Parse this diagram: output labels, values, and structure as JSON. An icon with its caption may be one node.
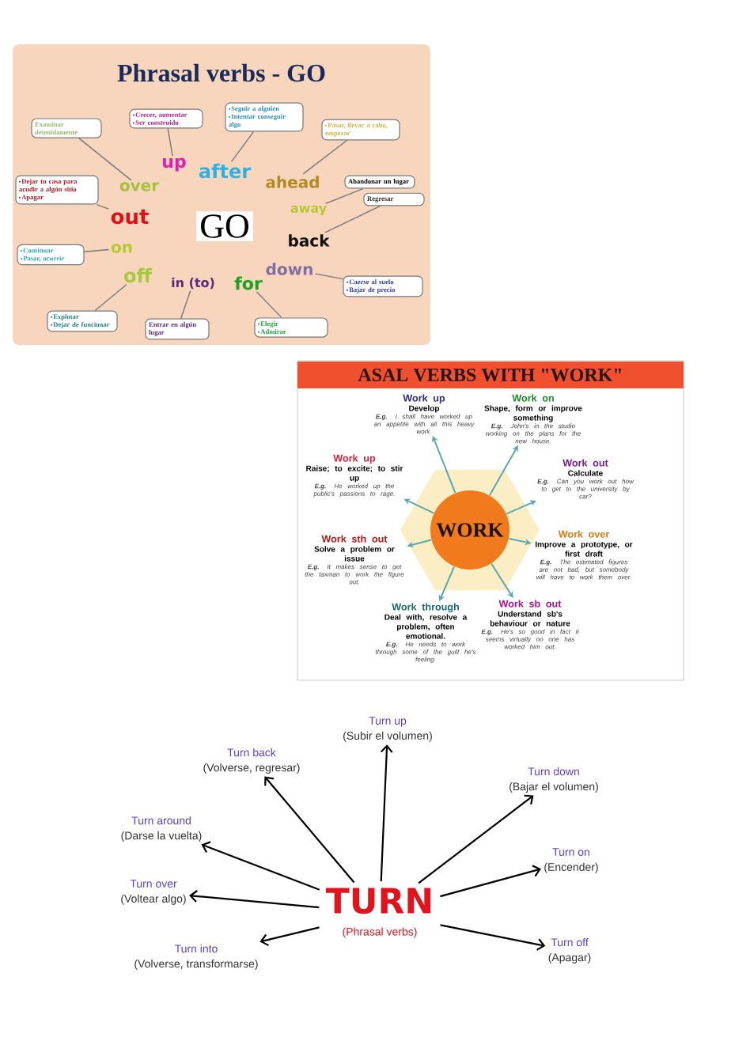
{
  "diagram": {
    "title": "Phrasal verbs - GO",
    "nodes": [
      {
        "text": [
          "Examinar detenidamente"
        ]
      },
      {
        "text": [
          "Crecer, aumentar",
          "Ser construido"
        ]
      },
      {
        "text": [
          "Seguir a alguien",
          "Intentar conseguir algo"
        ]
      },
      {
        "text": [
          "Pasar, llevar a cabo, empezar"
        ]
      },
      {
        "text": [
          "Dejar tu casa para acudir a algún sitio",
          "Apagar"
        ]
      },
      {
        "text": [
          "up"
        ]
      },
      {
        "text": [
          "after"
        ]
      },
      {
        "text": [
          "over"
        ]
      },
      {
        "text": [
          "ahead"
        ]
      },
      {
        "text": [
          "Abandonar un lugar"
        ]
      },
      {
        "text": [
          "out"
        ]
      },
      {
        "text": [
          "away"
        ]
      },
      {
        "text": [
          "GO"
        ]
      },
      {
        "text": [
          "back"
        ]
      },
      {
        "text": [
          "Regresar"
        ]
      },
      {
        "text": [
          "Continuar",
          "Pasar, ocurrir"
        ]
      },
      {
        "text": [
          "on"
        ]
      },
      {
        "text": [
          "down"
        ]
      },
      {
        "text": [
          "Caerse al suelo",
          "Bajar de precio"
        ]
      },
      {
        "text": [
          "off"
        ]
      },
      {
        "text": [
          "in (to)"
        ]
      },
      {
        "text": [
          "for"
        ]
      },
      {
        "text": [
          "Explotar",
          "Dejar de funcionar"
        ]
      },
      {
        "text": [
          "Entrar en algún lugar"
        ]
      },
      {
        "text": [
          "Elegir",
          "Admirar"
        ]
      },
      {
        "text": [
          "ASAL VERBS WITH \"WORK\""
        ]
      },
      {
        "text": [
          "Work up",
          "Develop",
          "**E.g.** I shall have worked up an appetite with all this heavy work."
        ]
      },
      {
        "text": [
          "Work on",
          "Shape, form or improve something",
          "**E.g.** John's in the studio working on the plans for the new house."
        ]
      },
      {
        "text": [
          "Work up",
          "Raise; to excite; to stir up",
          "**E.g.** He worked up the public's passions to rage."
        ]
      },
      {
        "text": [
          "Work out",
          "Calculate",
          "**E.g.** Can you work out how to get to the university by car?"
        ]
      },
      {
        "text": [
          "WORK"
        ]
      },
      {
        "text": [
          "Work sth out",
          "Solve a problem or issue",
          "**E.g.** It makes sense to get the taxman to work the figure out."
        ]
      },
      {
        "text": [
          "Work over",
          "Improve a prototype, or first draft",
          "**E.g.** The estimated figures are not bad, but somebody will have to work them over."
        ]
      },
      {
        "text": [
          "Work through",
          "Deal with, resolve a problem, often emotional.",
          "**E.g.** He needs to work through some of the guilt he's feeling."
        ]
      },
      {
        "text": [
          "Work sb out",
          "Understand sb's behaviour or nature",
          "**E.g.** He's so good in fact it seems virtually no one has worked him out."
        ]
      },
      {
        "text": [
          "Turn up",
          "(Subir el volumen)"
        ]
      },
      {
        "text": [
          "Turn back",
          "(Volverse, regresar)"
        ]
      },
      {
        "text": [
          "Turn down",
          "(Bajar el volumen)"
        ]
      },
      {
        "text": [
          "Turn around",
          "(Darse la vuelta)"
        ]
      },
      {
        "text": [
          "Turn on",
          "(Encender)"
        ]
      },
      {
        "text": [
          "Turn over",
          "(Voltear algo)"
        ]
      },
      {
        "text": [
          "TURN",
          "(Phrasal verbs)"
        ]
      },
      {
        "text": [
          "Turn into",
          "(Volverse, transformarse)"
        ]
      },
      {
        "text": [
          "Turn off",
          "(Apagar)"
        ]
      }
    ],
    "edges": [
      {
        "from": 0,
        "to": 7,
        "arrow": "none"
      },
      {
        "from": 1,
        "to": 5,
        "arrow": "none"
      },
      {
        "from": 2,
        "to": 6,
        "arrow": "none"
      },
      {
        "from": 3,
        "to": 8,
        "arrow": "none"
      },
      {
        "from": 4,
        "to": 10,
        "arrow": "none"
      },
      {
        "from": 9,
        "to": 11,
        "arrow": "none"
      },
      {
        "from": 14,
        "to": 13,
        "arrow": "none"
      },
      {
        "from": 15,
        "to": 16,
        "arrow": "none"
      },
      {
        "from": 18,
        "to": 17,
        "arrow": "none"
      },
      {
        "from": 22,
        "to": 19,
        "arrow": "none"
      },
      {
        "from": 23,
        "to": 20,
        "arrow": "none"
      },
      {
        "from": 24,
        "to": 21,
        "arrow": "none"
      },
      {
        "from": 30,
        "to": 26,
        "arrow": "to"
      },
      {
        "from": 30,
        "to": 27,
        "arrow": "to"
      },
      {
        "from": 30,
        "to": 28,
        "arrow": "to"
      },
      {
        "from": 30,
        "to": 29,
        "arrow": "to"
      },
      {
        "from": 30,
        "to": 31,
        "arrow": "to"
      },
      {
        "from": 30,
        "to": 32,
        "arrow": "to"
      },
      {
        "from": 30,
        "to": 33,
        "arrow": "to"
      },
      {
        "from": 30,
        "to": 34,
        "arrow": "to"
      },
      {
        "from": 41,
        "to": 35,
        "arrow": "to",
        "color": "#000000"
      },
      {
        "from": 41,
        "to": 36,
        "arrow": "to",
        "color": "#000000"
      },
      {
        "from": 41,
        "to": 37,
        "arrow": "to",
        "color": "#000000"
      },
      {
        "from": 41,
        "to": 38,
        "arrow": "to",
        "color": "#000000"
      },
      {
        "from": 41,
        "to": 39,
        "arrow": "to",
        "color": "#000000"
      },
      {
        "from": 41,
        "to": 40,
        "arrow": "to",
        "color": "#000000"
      },
      {
        "from": 41,
        "to": 42,
        "arrow": "to",
        "color": "#000000"
      },
      {
        "from": 41,
        "to": 43,
        "arrow": "to",
        "color": "#000000"
      }
    ]
  }
}
